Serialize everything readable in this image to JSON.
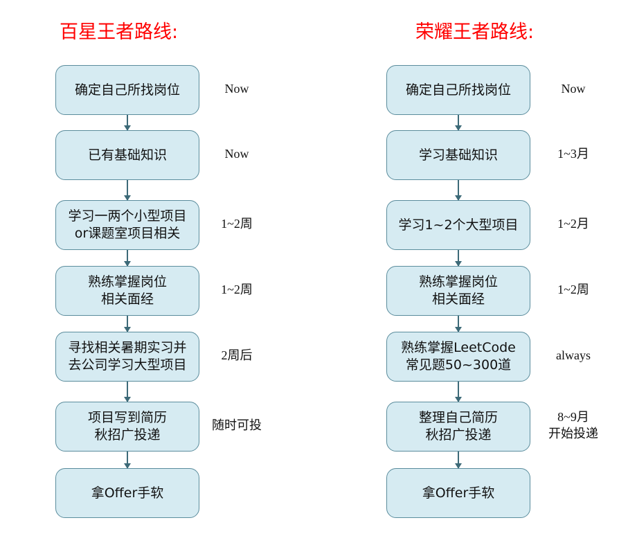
{
  "left": {
    "title": "百星王者路线:",
    "steps": [
      {
        "lines": [
          "确定自己所找岗位"
        ],
        "note": [
          "Now"
        ]
      },
      {
        "lines": [
          "已有基础知识"
        ],
        "note": [
          "Now"
        ]
      },
      {
        "lines": [
          "学习一两个小型项目",
          "or课题室项目相关"
        ],
        "note": [
          "1~2周"
        ]
      },
      {
        "lines": [
          "熟练掌握岗位",
          "相关面经"
        ],
        "note": [
          "1~2周"
        ]
      },
      {
        "lines": [
          "寻找相关暑期实习并",
          "去公司学习大型项目"
        ],
        "note": [
          "2周后"
        ]
      },
      {
        "lines": [
          "项目写到简历",
          "秋招广投递"
        ],
        "note": [
          "随时可投"
        ]
      },
      {
        "lines": [
          "拿Offer手软"
        ],
        "note": []
      }
    ]
  },
  "right": {
    "title": "荣耀王者路线:",
    "steps": [
      {
        "lines": [
          "确定自己所找岗位"
        ],
        "note": [
          "Now"
        ]
      },
      {
        "lines": [
          "学习基础知识"
        ],
        "note": [
          "1~3月"
        ]
      },
      {
        "lines": [
          "学习1~2个大型项目"
        ],
        "note": [
          "1~2月"
        ]
      },
      {
        "lines": [
          "熟练掌握岗位",
          "相关面经"
        ],
        "note": [
          "1~2周"
        ]
      },
      {
        "lines": [
          "熟练掌握LeetCode",
          "常见题50~300道"
        ],
        "note": [
          "always"
        ]
      },
      {
        "lines": [
          "整理自己简历",
          "秋招广投递"
        ],
        "note": [
          "8~9月",
          "开始投递"
        ]
      },
      {
        "lines": [
          "拿Offer手软"
        ],
        "note": []
      }
    ]
  }
}
